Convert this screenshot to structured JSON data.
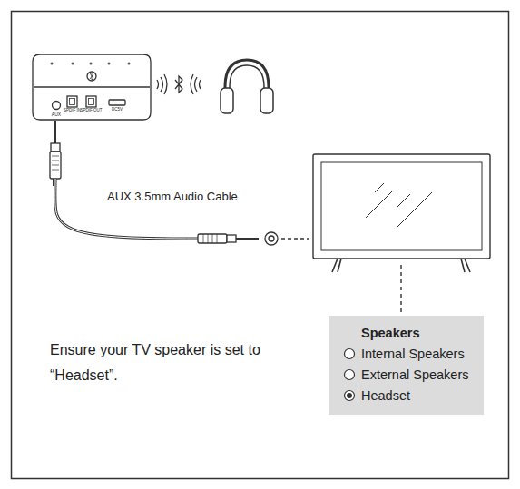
{
  "diagram": {
    "nodes": [
      {
        "text": [
          "Speakers",
          "Internal Speakers",
          "External Speakers",
          "Headset"
        ]
      }
    ],
    "labels": [
      "AUX",
      "SPDIF IN",
      "SPDIF OUT",
      "DC5V",
      "AUX 3.5mm Audio Cable",
      "Ensure your TV speaker is set to “Headset”."
    ]
  }
}
